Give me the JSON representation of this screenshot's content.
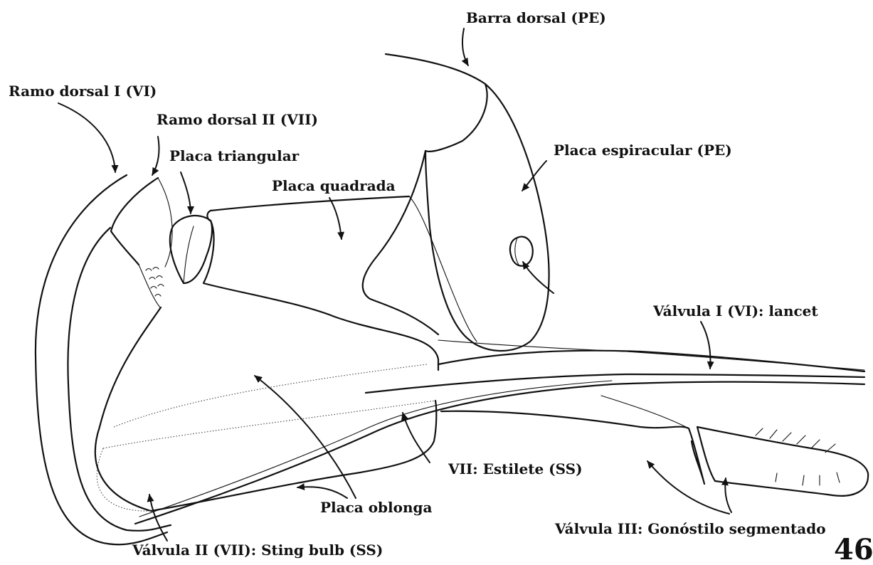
{
  "figure": {
    "number": "46",
    "labels": {
      "barra_dorsal": "Barra dorsal (PE)",
      "ramo_dorsal_1": "Ramo dorsal I (VI)",
      "ramo_dorsal_2": "Ramo dorsal II (VII)",
      "placa_triangular": "Placa triangular",
      "placa_quadrada": "Placa quadrada",
      "placa_espiracular": "Placa espiracular (PE)",
      "valvula_1": "Válvula I (VI): lancet",
      "estilete": "VII: Estilete (SS)",
      "placa_oblonga": "Placa oblonga",
      "valvula_3": "Válvula III: Gonóstilo segmentado",
      "valvula_2": "Válvula II (VII): Sting bulb (SS)"
    }
  }
}
